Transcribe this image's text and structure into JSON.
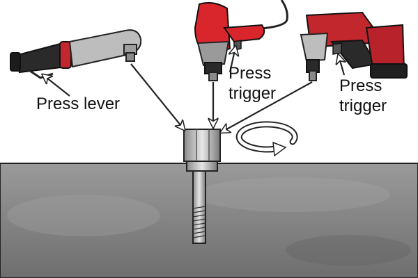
{
  "labels": {
    "air_ratchet": "Press lever",
    "corded_drill_line1": "Press",
    "corded_drill_line2": "trigger",
    "cordless_driver_line1": "Press",
    "cordless_driver_line2": "trigger"
  },
  "colors": {
    "surface": "#8c8c8c",
    "surface_dark": "#6f6f6f",
    "tool_red": "#d8262c",
    "tool_black": "#2a2a2a",
    "metal": "#b9b9b9",
    "arrow": "#333333"
  }
}
